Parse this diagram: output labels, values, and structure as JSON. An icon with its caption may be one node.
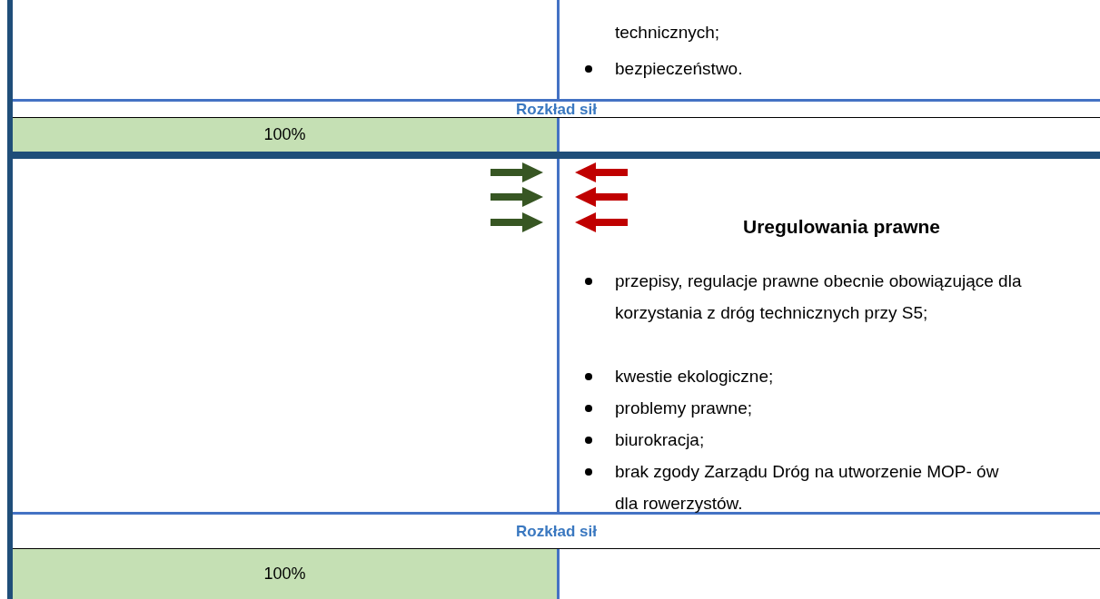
{
  "diagram": {
    "labels": [
      "technicznych;",
      "bezpieczeństwo.",
      "Rozkład sił",
      "100%",
      "Uregulowania prawne",
      "przepisy, regulacje prawne obecnie obowiązujące dla korzystania z dróg technicznych przy S5;",
      "kwestie ekologiczne;",
      "problemy prawne;",
      "biurokracja;",
      "brak zgody Zarządu Dróg na utworzenie MOP- ów dla rowerzystów.",
      "Rozkład sił",
      "100%"
    ]
  }
}
